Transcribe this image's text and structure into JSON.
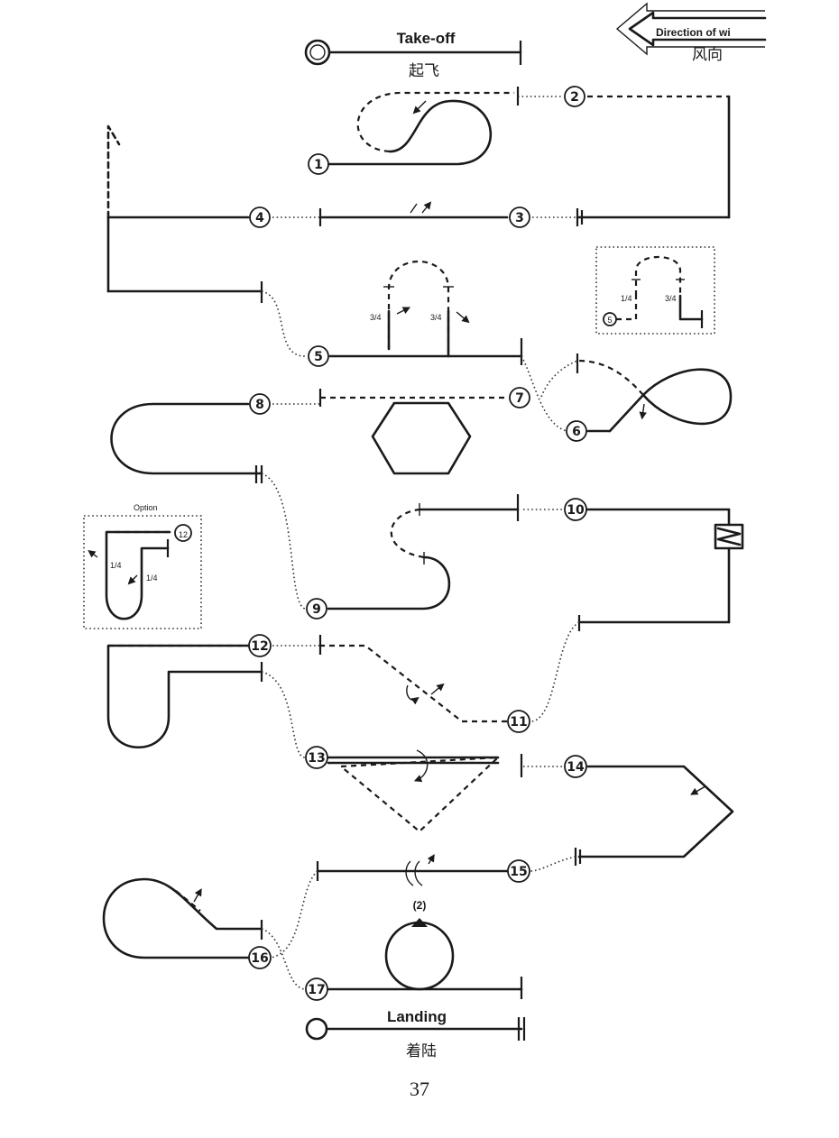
{
  "labels": {
    "takeoff_en": "Take-off",
    "takeoff_cn": "起飞",
    "landing_en": "Landing",
    "landing_cn": "着陆",
    "wind_en": "Direction of wi",
    "wind_cn": "风向",
    "option": "Option",
    "quarter_a": "1/4",
    "quarter_b": "1/4",
    "three_quarter_a": "3/4",
    "three_quarter_b": "3/4",
    "triangle_mark": "(2)",
    "inset_quarter_a": "1/4",
    "inset_quarter_b": "3/4",
    "inset_node": "5",
    "option_node": "12"
  },
  "figures": [
    {
      "num": "1"
    },
    {
      "num": "2"
    },
    {
      "num": "3"
    },
    {
      "num": "4"
    },
    {
      "num": "5"
    },
    {
      "num": "6"
    },
    {
      "num": "7"
    },
    {
      "num": "8"
    },
    {
      "num": "9"
    },
    {
      "num": "10"
    },
    {
      "num": "11"
    },
    {
      "num": "12"
    },
    {
      "num": "13"
    },
    {
      "num": "14"
    },
    {
      "num": "15"
    },
    {
      "num": "16"
    },
    {
      "num": "17"
    }
  ],
  "page_number": "37"
}
